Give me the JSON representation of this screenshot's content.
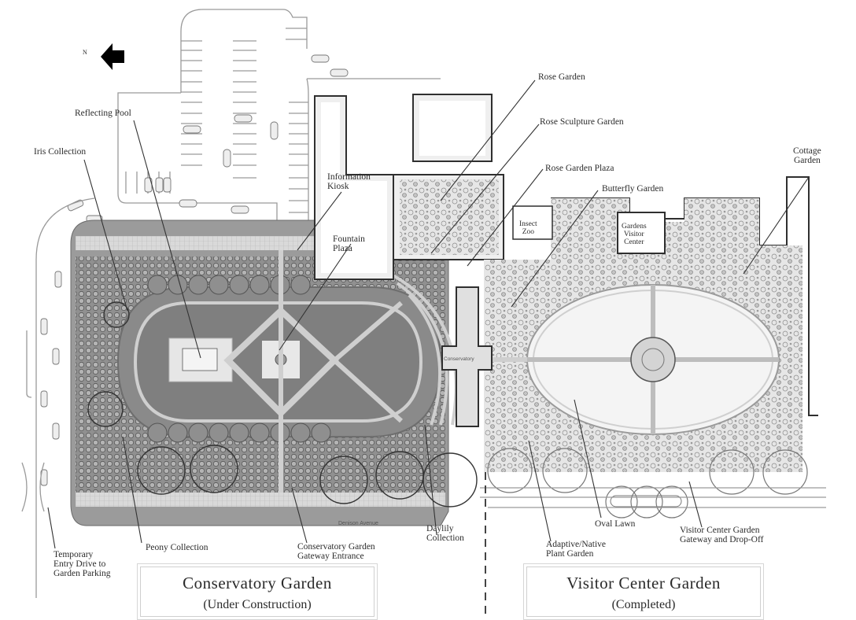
{
  "map": {
    "compass": {
      "icon": "north-arrow-icon",
      "letter": "N",
      "direction": "left"
    },
    "street_label": "Denison Avenue",
    "buildings": {
      "conservatory": "Conservatory",
      "visitor_center": [
        "Gardens",
        "Visitor",
        "Center"
      ],
      "insect_zoo": [
        "Insect",
        "Zoo"
      ]
    },
    "callouts": {
      "reflecting_pool": "Reflecting Pool",
      "iris_collection": "Iris Collection",
      "information_kiosk": [
        "Information",
        "Kiosk"
      ],
      "fountain_plaza": [
        "Fountain",
        "Plaza"
      ],
      "rose_garden": "Rose Garden",
      "rose_sculpture_garden": "Rose Sculpture Garden",
      "rose_garden_plaza": "Rose Garden Plaza",
      "butterfly_garden": "Butterfly Garden",
      "cottage_garden": [
        "Cottage",
        "Garden"
      ],
      "temporary_entry_drive": [
        "Temporary",
        "Entry Drive to",
        "Garden Parking"
      ],
      "peony_collection": "Peony Collection",
      "conservatory_gateway": [
        "Conservatory Garden",
        "Gateway Entrance"
      ],
      "daylily_collection": [
        "Daylily",
        "Collection"
      ],
      "adaptive_native": [
        "Adaptive/Native",
        "Plant Garden"
      ],
      "oval_lawn": "Oval Lawn",
      "visitor_gateway": [
        "Visitor Center Garden",
        "Gateway and Drop-Off"
      ]
    },
    "sections": [
      {
        "title": "Conservatory Garden",
        "status": "(Under Construction)"
      },
      {
        "title": "Visitor Center Garden",
        "status": "(Completed)"
      }
    ]
  }
}
